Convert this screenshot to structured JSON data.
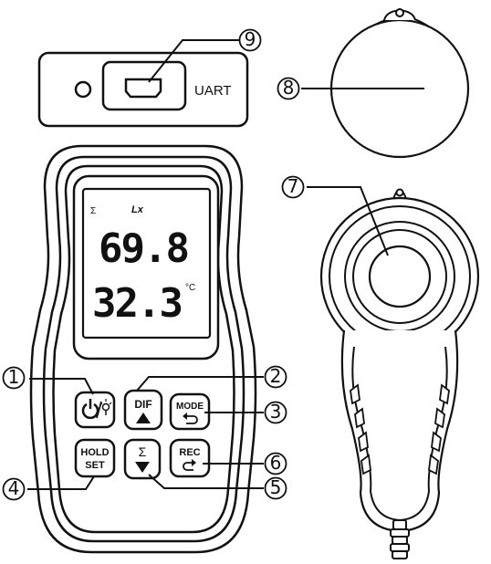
{
  "port_panel": {
    "label": "UART"
  },
  "display": {
    "sigma": "Σ",
    "unit_lux": "Lx",
    "reading_lux": "69.8",
    "reading_temp": "32.3",
    "unit_temp": "°C"
  },
  "buttons": {
    "dif": "DIF",
    "mode": "MODE",
    "hold": "HOLD",
    "set": "SET",
    "sigma": "Σ",
    "rec": "REC"
  },
  "callouts": [
    "①",
    "②",
    "③",
    "④",
    "⑤",
    "⑥",
    "⑦",
    "⑧",
    "⑨"
  ]
}
